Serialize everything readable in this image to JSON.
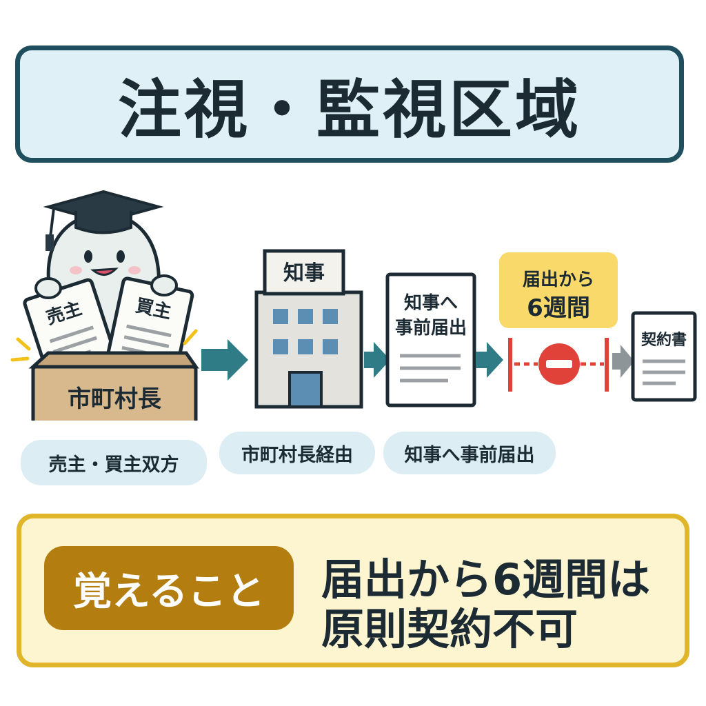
{
  "title": "注視・監視区域",
  "diagram": {
    "mascot_box_label": "市町村長",
    "seller_doc": "売主",
    "buyer_doc": "買主",
    "building_sign": "知事",
    "notice_doc_line1": "知事へ",
    "notice_doc_line2": "事前届出",
    "wait_label_line1": "届出から",
    "wait_label_line2": "6週間",
    "contract_doc": "契約書"
  },
  "captions": {
    "parties": "売主・買主双方",
    "route": "市町村長経由",
    "notice": "知事へ事前届出"
  },
  "memo": {
    "badge": "覚えること",
    "line1": "届出から6週間は",
    "line2": "原則契約不可"
  },
  "colors": {
    "title_border": "#1f4f5f",
    "title_fill": "#dff1f7",
    "arrow": "#2f7c86",
    "stop_red": "#e0423a",
    "memo_border": "#e0b52a",
    "memo_fill": "#fdf5cf",
    "badge_fill": "#b37d10"
  }
}
